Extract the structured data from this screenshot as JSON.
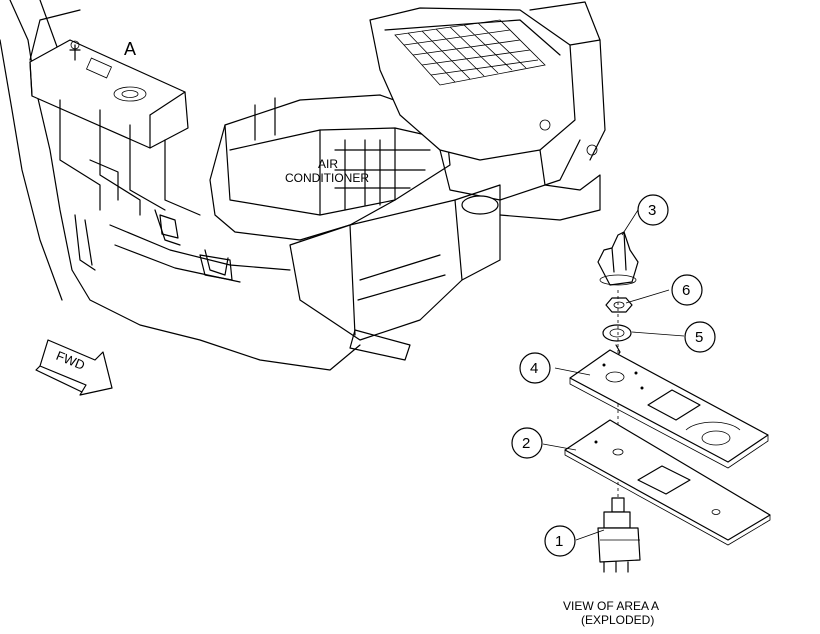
{
  "diagram": {
    "area_label": "A",
    "air_conditioner_label": [
      "AIR",
      "CONDITIONER"
    ],
    "fwd_label": "FWD",
    "view_caption": [
      "VIEW OF AREA  A",
      "(EXPLODED)"
    ],
    "callouts": [
      {
        "id": "1",
        "part": "switch"
      },
      {
        "id": "2",
        "part": "lower-plate"
      },
      {
        "id": "3",
        "part": "knob"
      },
      {
        "id": "4",
        "part": "upper-plate"
      },
      {
        "id": "5",
        "part": "washer"
      },
      {
        "id": "6",
        "part": "nut"
      }
    ]
  }
}
